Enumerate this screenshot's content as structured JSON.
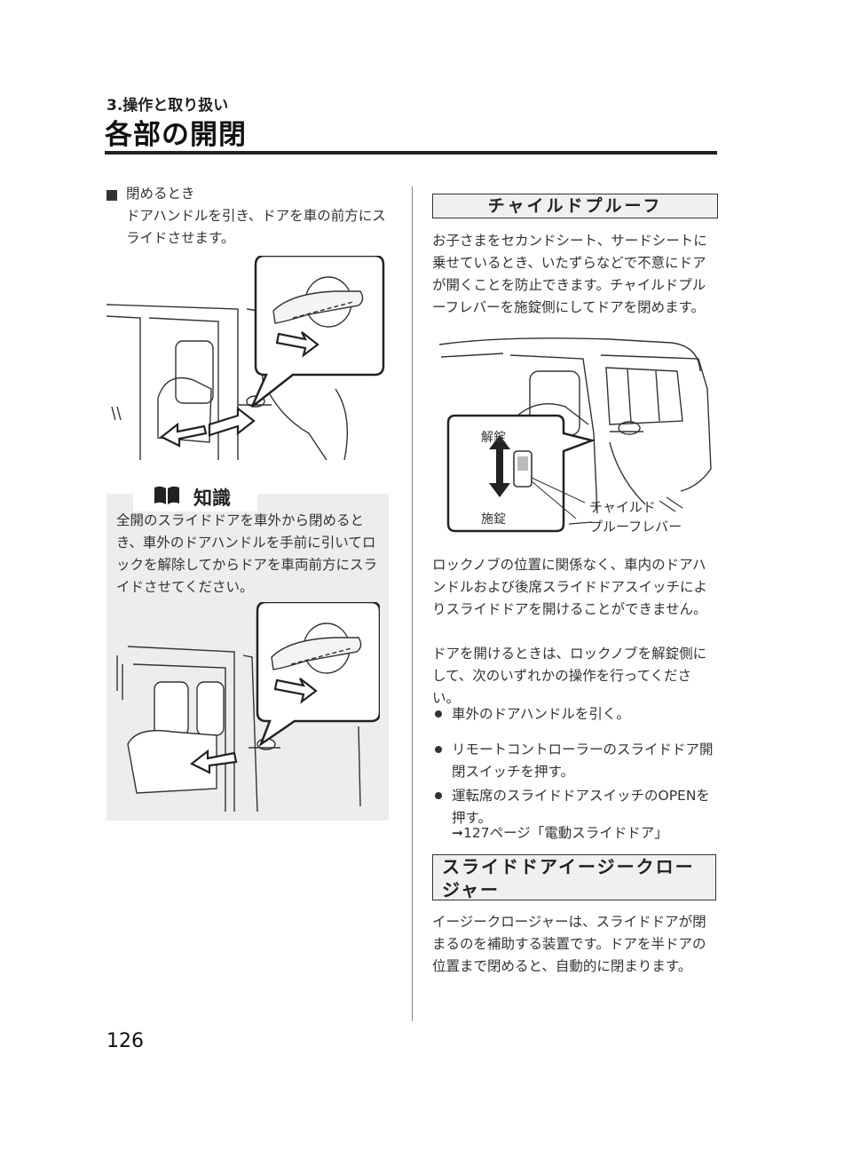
{
  "header": {
    "chapter": "3.操作と取り扱い",
    "title": "各部の開閉"
  },
  "closing": {
    "heading": "閉めるとき",
    "description": "ドアハンドルを引き、ドアを車の前方にスライドさせます。"
  },
  "knowledge": {
    "title": "知識",
    "text": "全開のスライドドアを車外から閉めるとき、車外のドアハンドルを手前に引いてロックを解除してからドアを車両前方にスライドさせてください。"
  },
  "child_proof": {
    "heading": "チャイルドプルーフ",
    "description": "お子さまをセカンドシート、サードシートに乗せているとき、いたずらなどで不意にドアが開くことを防止できます。チャイルドプルーフレバーを施錠側にしてドアを閉めます。",
    "labels": {
      "unlock": "解錠",
      "lock": "施錠",
      "lever_line1": "チャイルド",
      "lever_line2": "プルーフレバー"
    },
    "knob_note": "ロックノブの位置に関係なく、車内のドアハンドルおよび後席スライドドアスイッチによりスライドドアを開けることができません。",
    "open_note": "ドアを開けるときは、ロックノブを解錠側にして、次のいずれかの操作を行ってください。",
    "items": [
      "車外のドアハンドルを引く。",
      "リモートコントローラーのスライドドア開閉スイッチを押す。",
      "運転席のスライドドアスイッチのOPENを押す。"
    ],
    "reference": "➞127ページ「電動スライドドア」"
  },
  "easy_closer": {
    "heading_line1": "スライドドアイージークロー",
    "heading_line2": "ジャー",
    "description": "イージークロージャーは、スライドドアが閉まるのを補助する装置です。ドアを半ドアの位置まで閉めると、自動的に閉まります。"
  },
  "page_number": "126"
}
